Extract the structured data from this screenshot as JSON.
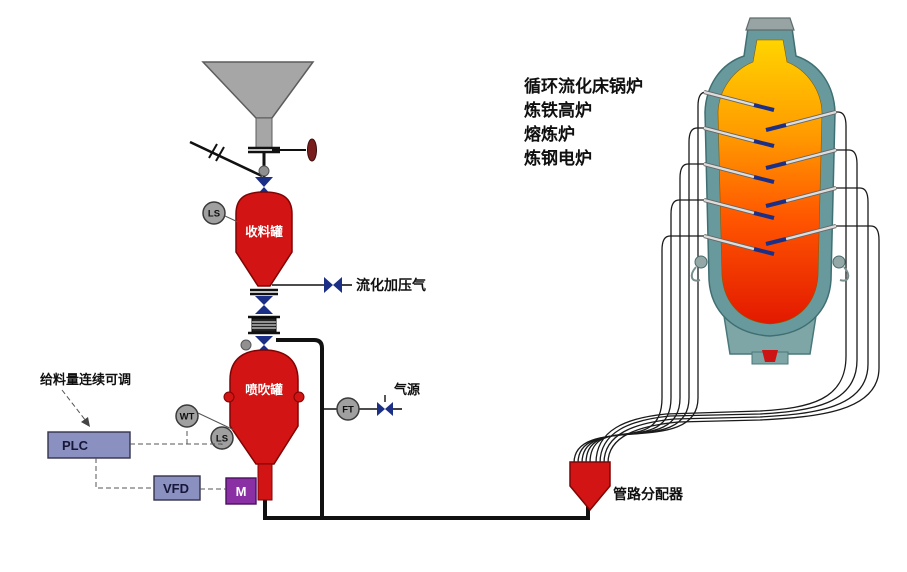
{
  "diagram": {
    "annotations": {
      "feed_note": "给料量连续可调",
      "fluidizing_gas": "流化加压气",
      "gas_source": "气源",
      "distributor": "管路分配器"
    },
    "equipment": {
      "receiving_tank": "收料罐",
      "injection_tank": "喷吹罐",
      "plc": "PLC",
      "vfd": "VFD",
      "motor": "M"
    },
    "sensors": {
      "ls_top": "LS",
      "wt": "WT",
      "ls_bottom": "LS",
      "ft": "FT"
    },
    "applications": [
      "循环流化床锅炉",
      "炼铁高炉",
      "熔炼炉",
      "炼钢电炉"
    ],
    "colors": {
      "vessel_red": "#d21414",
      "valve_navy": "#1c2f86",
      "motor_purple": "#8b2fa5",
      "control_box": "#8a90bf",
      "furnace_shell": "#68999c",
      "furnace_base": "#7fa6a6",
      "fire_top": "#ffd400",
      "fire_mid": "#ff9a00",
      "fire_low": "#ff5500",
      "fire_bottom": "#e11500",
      "funnel_gray": "#a6a6a6",
      "sensor_gray": "#a0a0a0",
      "handwheel_darkred": "#7a1d1d"
    }
  }
}
